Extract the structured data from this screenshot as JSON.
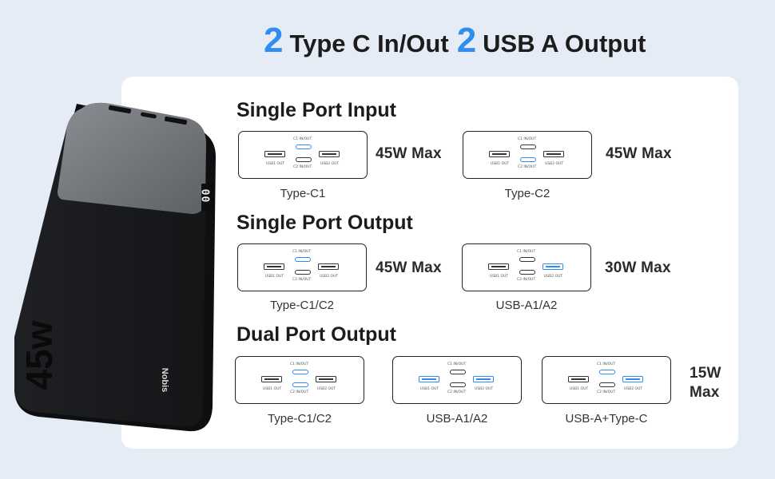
{
  "headline": {
    "num1": "2",
    "text1": "Type C In/Out",
    "num2": "2",
    "text2": "USB A Output"
  },
  "colors": {
    "accent": "#2f8df0",
    "background": "#e6ecf6",
    "panel": "#ffffff",
    "device": "#1b1d20"
  },
  "device": {
    "brand": "Nobis",
    "wattage": "45w",
    "display": "00"
  },
  "port_labels": {
    "usb1": "USB1 OUT",
    "usb2": "USB2 OUT",
    "c1": "C1 IN/OUT",
    "c2": "C2 IN/OUT"
  },
  "sections": [
    {
      "title": "Single Port Input",
      "modes": [
        {
          "caption": "Type-C1",
          "rating": "45W Max",
          "active": [
            "c1"
          ]
        },
        {
          "caption": "Type-C2",
          "rating": "45W Max",
          "active": [
            "c2"
          ]
        }
      ]
    },
    {
      "title": "Single Port Output",
      "modes": [
        {
          "caption": "Type-C1/C2",
          "rating": "45W Max",
          "active": [
            "c1"
          ]
        },
        {
          "caption": "USB-A1/A2",
          "rating": "30W Max",
          "active": [
            "usb2"
          ]
        }
      ]
    },
    {
      "title": "Dual Port Output",
      "modes": [
        {
          "caption": "Type-C1/C2",
          "active": [
            "c1",
            "c2"
          ]
        },
        {
          "caption": "USB-A1/A2",
          "active": [
            "usb1",
            "usb2"
          ]
        },
        {
          "caption": "USB-A+Type-C",
          "active": [
            "c1",
            "usb2"
          ]
        }
      ],
      "shared_rating": {
        "line1": "15W",
        "line2": "Max"
      }
    }
  ]
}
